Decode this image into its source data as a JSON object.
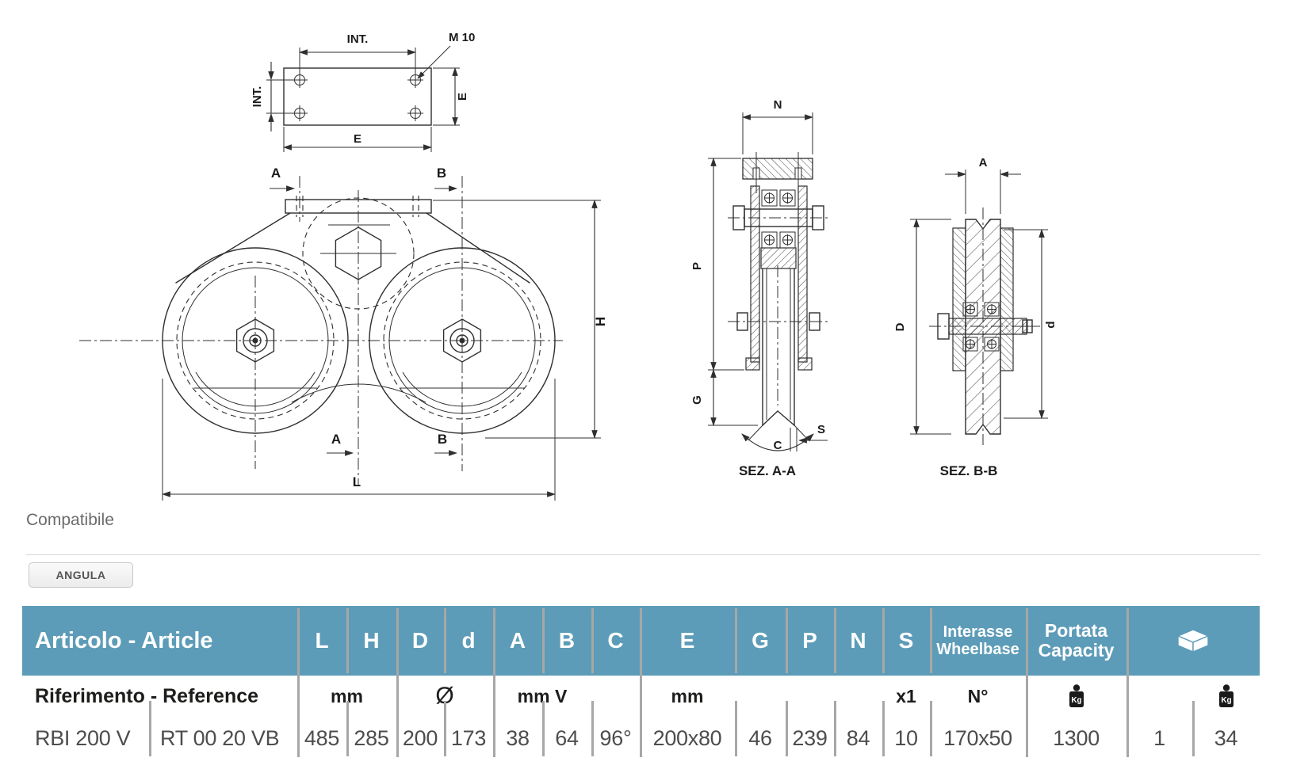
{
  "compatible_section": {
    "heading": "Compatibile",
    "button_label": "ANGULA"
  },
  "drawing": {
    "plate_view": {
      "int_top": "INT.",
      "int_left": "INT.",
      "m10": "M 10",
      "e_right": "E",
      "e_bottom": "E"
    },
    "front_view": {
      "a_top": "A",
      "b_top": "B",
      "a_bottom": "A",
      "b_bottom": "B",
      "h": "H",
      "l": "L"
    },
    "section_aa": {
      "n": "N",
      "p": "P",
      "g": "G",
      "s": "S",
      "c": "C",
      "caption": "SEZ. A-A"
    },
    "section_bb": {
      "a": "A",
      "d_outer": "D",
      "d_inner": "d",
      "caption": "SEZ. B-B"
    }
  },
  "table": {
    "header": {
      "article": "Articolo - Article",
      "dims": [
        "L",
        "H",
        "D",
        "d",
        "A",
        "B",
        "C",
        "E",
        "G",
        "P",
        "N",
        "S"
      ],
      "interasse_line1": "Interasse",
      "interasse_line2": "Wheelbase",
      "portata_line1": "Portata",
      "portata_line2": "Capacity"
    },
    "units": {
      "reference": "Riferimento - Reference",
      "mm_lh": "mm",
      "diameter": "Ø",
      "mm_ab": "mm V",
      "mm_e": "mm",
      "x1": "x1",
      "n_deg": "N°",
      "kg_label": "Kg"
    },
    "row": {
      "article": "RBI 200 V",
      "reference": "RT 00 20 VB",
      "L": "485",
      "H": "285",
      "D": "200",
      "d": "173",
      "A": "38",
      "B": "64",
      "C": "96°",
      "E": "200x80",
      "G": "46",
      "P": "239",
      "N": "84",
      "S": "10",
      "interasse": "170x50",
      "portata": "1300",
      "pieces": "1",
      "weight_kg": "34"
    }
  },
  "colors": {
    "header_blue": "#5D9CB8",
    "separator": "#A7A7A7",
    "line": "#2F2F2F",
    "value_text": "#4D4D4D"
  }
}
